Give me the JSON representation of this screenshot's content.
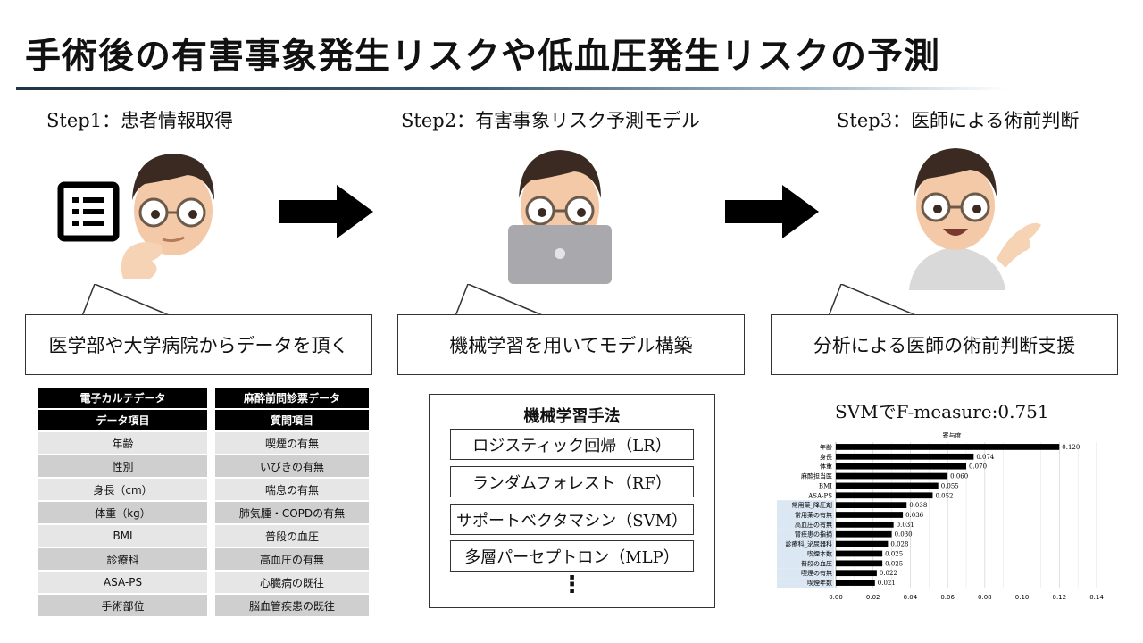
{
  "slide": {
    "title": "手術後の有害事象発生リスクや低血圧発生リスクの予測"
  },
  "steps": [
    {
      "label": "Step1：患者情報取得",
      "callout": "医学部や大学病院からデータを頂く"
    },
    {
      "label": "Step2：有害事象リスク予測モデル",
      "callout": "機械学習を用いてモデル構築"
    },
    {
      "label": "Step3：医師による術前判断",
      "callout": "分析による医師の術前判断支援"
    }
  ],
  "tables": {
    "ehr": {
      "title": "電子カルテデータ",
      "header": "データ項目",
      "rows": [
        "年齢",
        "性別",
        "身長（cm）",
        "体重（kg）",
        "BMI",
        "診療科",
        "ASA-PS",
        "手術部位"
      ]
    },
    "anesthesia": {
      "title": "麻酔前問診票データ",
      "header": "質問項目",
      "rows": [
        "喫煙の有無",
        "いびきの有無",
        "喘息の有無",
        "肺気腫・COPDの有無",
        "普段の血圧",
        "高血圧の有無",
        "心臓病の既往",
        "脳血管疾患の既往"
      ]
    }
  },
  "methods": {
    "title": "機械学習手法",
    "items": [
      "ロジスティック回帰（LR）",
      "ランダムフォレスト（RF）",
      "サポートベクタマシン（SVM）",
      "多層パーセプトロン（MLP）"
    ],
    "continuation": "⋮"
  },
  "result": {
    "label": "SVMでF-measure:0.751"
  },
  "chart_data": {
    "type": "bar",
    "orientation": "horizontal",
    "title": "寄与度",
    "categories": [
      "年齢",
      "身長",
      "体重",
      "麻酔担当医",
      "BMI",
      "ASA-PS",
      "常用薬_降圧剤",
      "常用薬の有無",
      "高血圧の有無",
      "腎疾患の指摘",
      "診療科_泌尿器科",
      "喫煙本数",
      "普段の血圧",
      "喫煙の有無",
      "喫煙年数"
    ],
    "values": [
      0.12,
      0.074,
      0.07,
      0.06,
      0.055,
      0.052,
      0.038,
      0.036,
      0.031,
      0.03,
      0.028,
      0.025,
      0.025,
      0.022,
      0.021
    ],
    "value_labels": [
      "0.120",
      "0.074",
      "0.070",
      "0.060",
      "0.055",
      "0.052",
      "0.038",
      "0.036",
      "0.031",
      "0.030",
      "0.028",
      "0.025",
      "0.025",
      "0.022",
      "0.021"
    ],
    "highlighted_categories": [
      "常用薬_降圧剤",
      "常用薬の有無",
      "高血圧の有無",
      "腎疾患の指摘",
      "診療科_泌尿器科",
      "喫煙本数",
      "普段の血圧",
      "喫煙の有無",
      "喫煙年数"
    ],
    "xlim": [
      0,
      0.14
    ],
    "xticks": [
      "0.00",
      "0.02",
      "0.04",
      "0.06",
      "0.08",
      "0.10",
      "0.12",
      "0.14"
    ],
    "grid": true,
    "bar_color": "#000000",
    "highlight_color": "#dbe7f3"
  },
  "colors": {
    "header_bg": "#000000",
    "row_light": "#e6e6e6",
    "row_dark": "#cfcfcf"
  },
  "icons": {
    "list": "list-icon",
    "arrow": "right-arrow-icon"
  }
}
